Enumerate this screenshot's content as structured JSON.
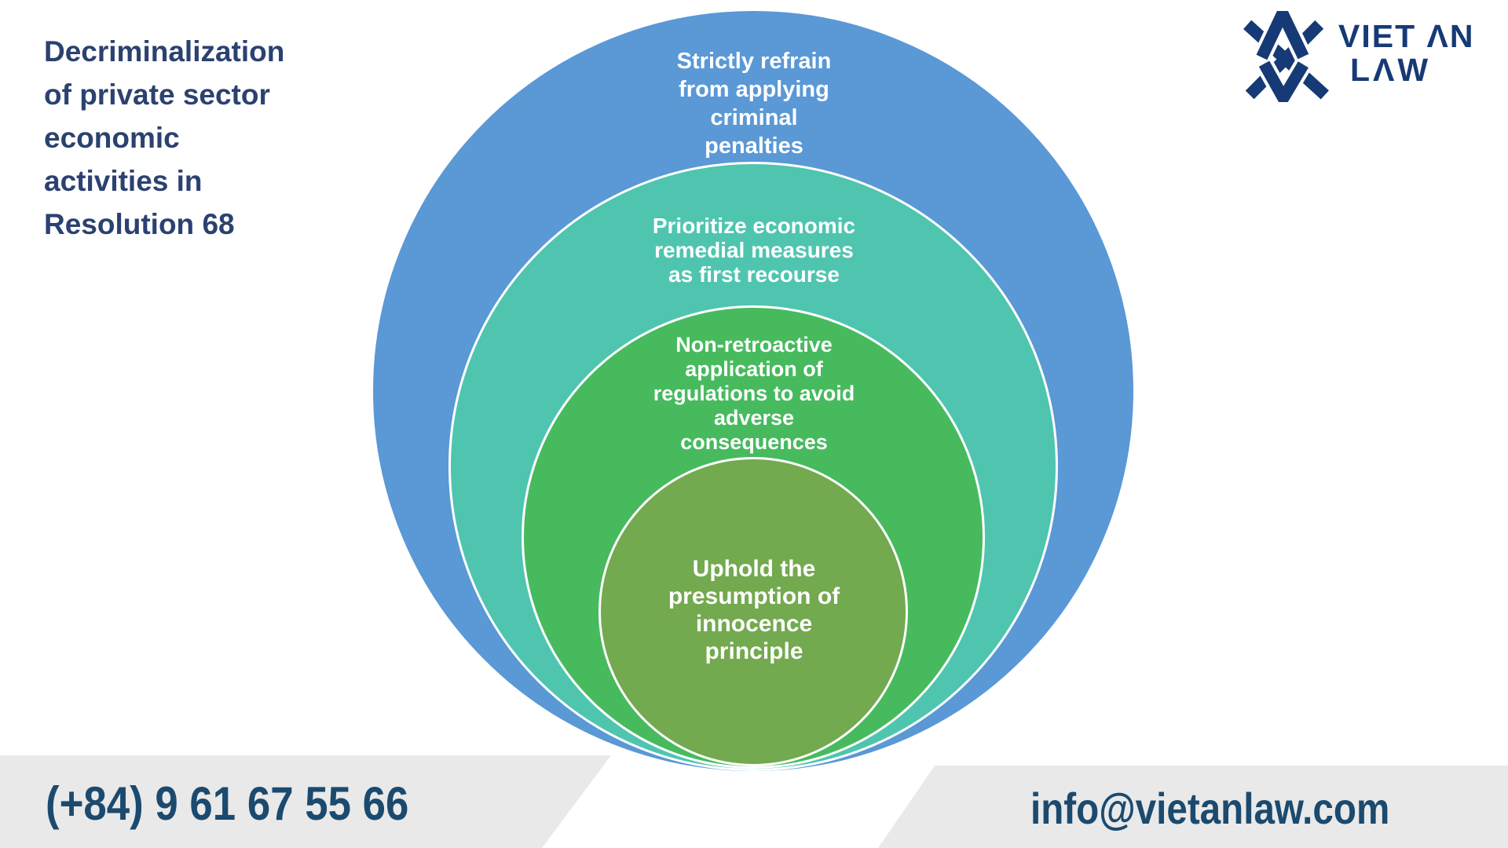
{
  "title": {
    "lines": [
      "Decriminalization",
      "of private sector",
      "economic",
      "activities in",
      "Resolution 68"
    ],
    "color": "#2b4170"
  },
  "logo": {
    "name": "Viet An Law",
    "line1": "VIET ΛN",
    "line2": "LΛW",
    "mark": "overlapping-x-chevron-v-monogram-icon",
    "color": "#163a75"
  },
  "diagram": {
    "type": "nested-circles",
    "rings": [
      {
        "label": "Strictly refrain from applying criminal penalties",
        "lines": [
          "Strictly refrain",
          "from applying",
          "criminal",
          "penalties"
        ],
        "color": "#5a98d6"
      },
      {
        "label": "Prioritize economic remedial measures as first recourse",
        "lines": [
          "Prioritize economic",
          "remedial measures",
          "as first recourse"
        ],
        "color": "#4fc5b0"
      },
      {
        "label": "Non-retroactive application of regulations to avoid adverse consequences",
        "lines": [
          "Non-retroactive",
          "application of",
          "regulations to avoid",
          "adverse",
          "consequences"
        ],
        "color": "#47ba5e"
      },
      {
        "label": "Uphold the presumption of innocence principle",
        "lines": [
          "Uphold the",
          "presumption of",
          "innocence",
          "principle"
        ],
        "color": "#73a94f"
      }
    ],
    "text_color": "#ffffff",
    "separator_color": "#ffffff"
  },
  "footer": {
    "phone": "(+84) 9 61 67 55 66",
    "email": "info@vietanlaw.com",
    "bar_color": "#e9e9e9",
    "text_color": "#1b4a6e"
  }
}
